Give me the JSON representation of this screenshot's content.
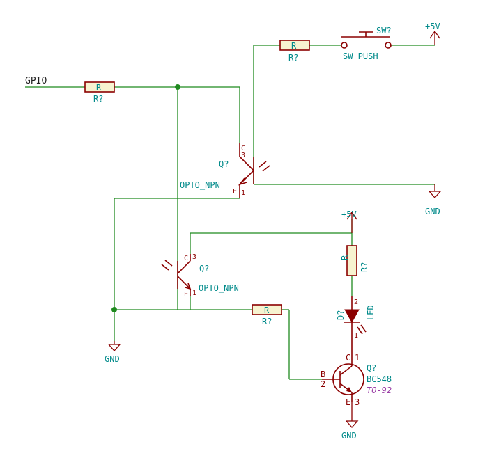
{
  "net_gpio": "GPIO",
  "r1": {
    "ref": "R?",
    "val": "R"
  },
  "r2": {
    "ref": "R?",
    "val": "R"
  },
  "r3": {
    "ref": "R?",
    "val": "R"
  },
  "r4": {
    "ref": "R?",
    "val": "R"
  },
  "sw": {
    "ref": "SW?",
    "val": "SW_PUSH"
  },
  "q1": {
    "ref": "Q?",
    "val": "OPTO_NPN",
    "c": "C",
    "e": "E",
    "p3": "3",
    "p1": "1"
  },
  "q2": {
    "ref": "Q?",
    "val": "OPTO_NPN",
    "c": "C",
    "e": "E",
    "p3": "3",
    "p1": "1"
  },
  "q3": {
    "ref": "Q?",
    "val": "BC548",
    "fp": "TO-92",
    "b": "B",
    "c": "C",
    "e": "E",
    "p1": "1",
    "p2": "2",
    "p3": "3"
  },
  "d1": {
    "ref": "D?",
    "val": "LED",
    "p2": "2",
    "p1": "1"
  },
  "pwr_top": "+5V",
  "pwr_mid": "+5V",
  "gnd1": "GND",
  "gnd2": "GND",
  "gnd3": "GND"
}
